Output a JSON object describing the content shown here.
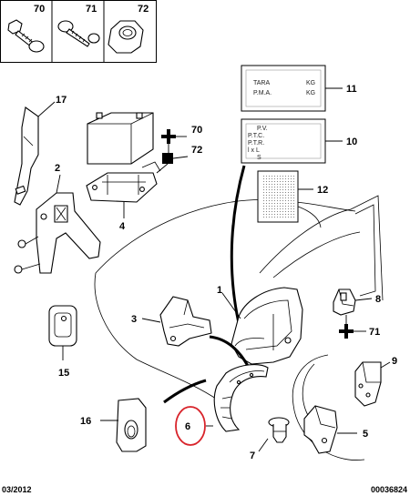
{
  "header_parts": [
    {
      "ref": "70",
      "icon": "bolt-with-washer-icon"
    },
    {
      "ref": "71",
      "icon": "screw-icon"
    },
    {
      "ref": "72",
      "icon": "hex-nut-icon"
    }
  ],
  "callouts": {
    "c1": "1",
    "c2": "2",
    "c3": "3",
    "c4": "4",
    "c5": "5",
    "c6": "6",
    "c7": "7",
    "c8": "8",
    "c9": "9",
    "c10": "10",
    "c11": "11",
    "c12": "12",
    "c15": "15",
    "c16": "16",
    "c17": "17",
    "c70": "70",
    "c71": "71",
    "c72": "72"
  },
  "label_11": {
    "line1_left": "TARA",
    "line1_right": "KG",
    "line2_left": "P.M.A.",
    "line2_right": "KG"
  },
  "label_10": {
    "rows": [
      "P.V.",
      "P.T.C.",
      "P.T.R.",
      "l x L",
      "S"
    ]
  },
  "highlight": {
    "ref": "6",
    "ring_color": "#d8232a"
  },
  "footer": {
    "date": "03/2012",
    "code": "00036824"
  }
}
